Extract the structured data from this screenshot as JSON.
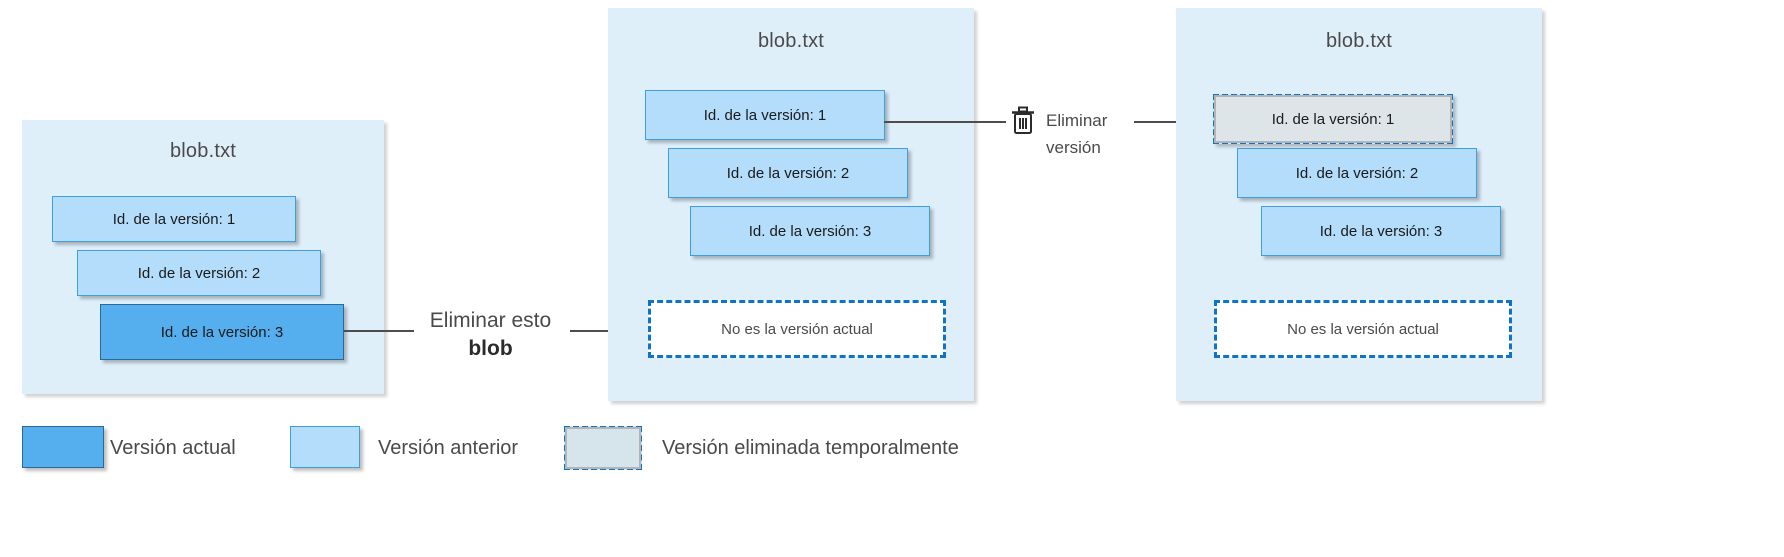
{
  "diagram": {
    "title_blob": "blob.txt",
    "panels": [
      {
        "id": "panel-initial",
        "title": "blob.txt",
        "versions": [
          {
            "label": "Id. de la versión: 1",
            "state": "previous"
          },
          {
            "label": "Id. de la versión: 2",
            "state": "previous"
          },
          {
            "label": "Id. de la versión: 3",
            "state": "current"
          }
        ],
        "dashed_note": null
      },
      {
        "id": "panel-after-blob-delete",
        "title": "blob.txt",
        "versions": [
          {
            "label": "Id. de la versión: 1",
            "state": "previous"
          },
          {
            "label": "Id. de la versión: 2",
            "state": "previous"
          },
          {
            "label": "Id. de la versión: 3",
            "state": "previous"
          }
        ],
        "dashed_note": "No es la versión actual"
      },
      {
        "id": "panel-after-version-delete",
        "title": "blob.txt",
        "versions": [
          {
            "label": "Id. de la versión: 1",
            "state": "softdeleted"
          },
          {
            "label": "Id. de la versión: 2",
            "state": "previous"
          },
          {
            "label": "Id. de la versión: 3",
            "state": "previous"
          }
        ],
        "dashed_note": "No es la versión actual"
      }
    ],
    "callouts": [
      {
        "id": "callout-delete-blob",
        "line1": "Eliminar esto",
        "line2": "blob"
      },
      {
        "id": "callout-delete-version",
        "line1": "Eliminar",
        "line2": "versión",
        "icon": "trash-icon"
      }
    ],
    "legend": [
      {
        "id": "legend-current",
        "label": "Versión actual",
        "state": "current",
        "color": "#55aeee"
      },
      {
        "id": "legend-previous",
        "label": "Versión anterior",
        "state": "previous",
        "color": "#b3ddfb"
      },
      {
        "id": "legend-softdeleted",
        "label": "Versión eliminada temporalmente",
        "state": "softdeleted",
        "color": "#d6e4ec"
      }
    ],
    "colors": {
      "panel_background": "#deeffa",
      "current_version": "#55aeee",
      "previous_version": "#b3ddfb",
      "soft_deleted_fill": "#dde5e9",
      "dashed_border": "#0f74c8",
      "text": "#4a4a4a"
    }
  }
}
